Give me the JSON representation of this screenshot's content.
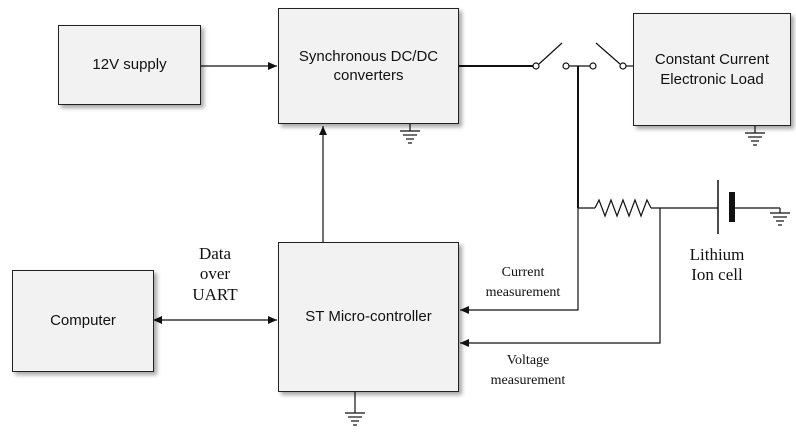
{
  "blocks": {
    "supply": "12V supply",
    "converter": "Synchronous DC/DC\nconverters",
    "load": "Constant Current\nElectronic Load",
    "computer": "Computer",
    "mcu": "ST Micro-controller"
  },
  "labels": {
    "uart": "Data\nover\nUART",
    "cell": "Lithium\nIon cell",
    "current": "Current\nmeasurement",
    "voltage": "Voltage\nmeasurement"
  }
}
